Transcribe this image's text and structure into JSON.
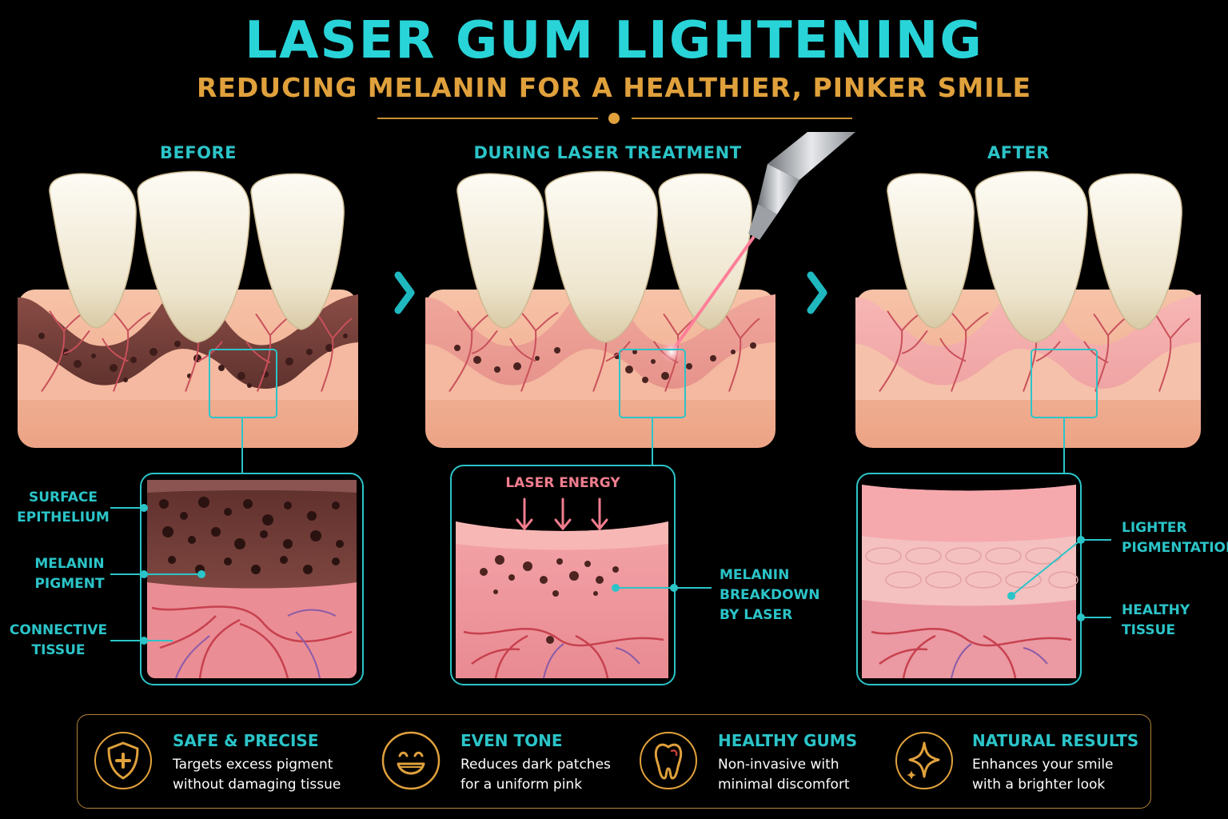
{
  "header": {
    "title": "LASER GUM LIGHTENING",
    "subtitle": "REDUCING MELANIN FOR A HEALTHIER, PINKER SMILE"
  },
  "stages": [
    {
      "title": "BEFORE"
    },
    {
      "title": "DURING LASER TREATMENT"
    },
    {
      "title": "AFTER"
    }
  ],
  "callouts": {
    "before": [
      "SURFACE EPITHELIUM",
      "MELANIN PIGMENT",
      "CONNECTIVE TISSUE"
    ],
    "during_energy": "LASER ENERGY",
    "during": "MELANIN BREAKDOWN BY LASER",
    "after": [
      "LIGHTER PIGMENTATION",
      "HEALTHY TISSUE"
    ]
  },
  "features": [
    {
      "icon": "shield-plus-icon",
      "title": "SAFE & PRECISE",
      "line1": "Targets excess pigment",
      "line2": "without damaging tissue"
    },
    {
      "icon": "smile-icon",
      "title": "EVEN TONE",
      "line1": "Reduces dark patches",
      "line2": "for a uniform pink"
    },
    {
      "icon": "tooth-icon",
      "title": "HEALTHY GUMS",
      "line1": "Non-invasive with",
      "line2": "minimal discomfort"
    },
    {
      "icon": "sparkle-icon",
      "title": "NATURAL RESULTS",
      "line1": "Enhances your smile",
      "line2": "with a brighter look"
    }
  ],
  "colors": {
    "accent_teal": "#2bc4c8",
    "accent_gold": "#e0a13c",
    "melanin_brown": "#6b3a34",
    "healthy_pink": "#f2a6a6",
    "laser_pink": "#f07d8e"
  }
}
